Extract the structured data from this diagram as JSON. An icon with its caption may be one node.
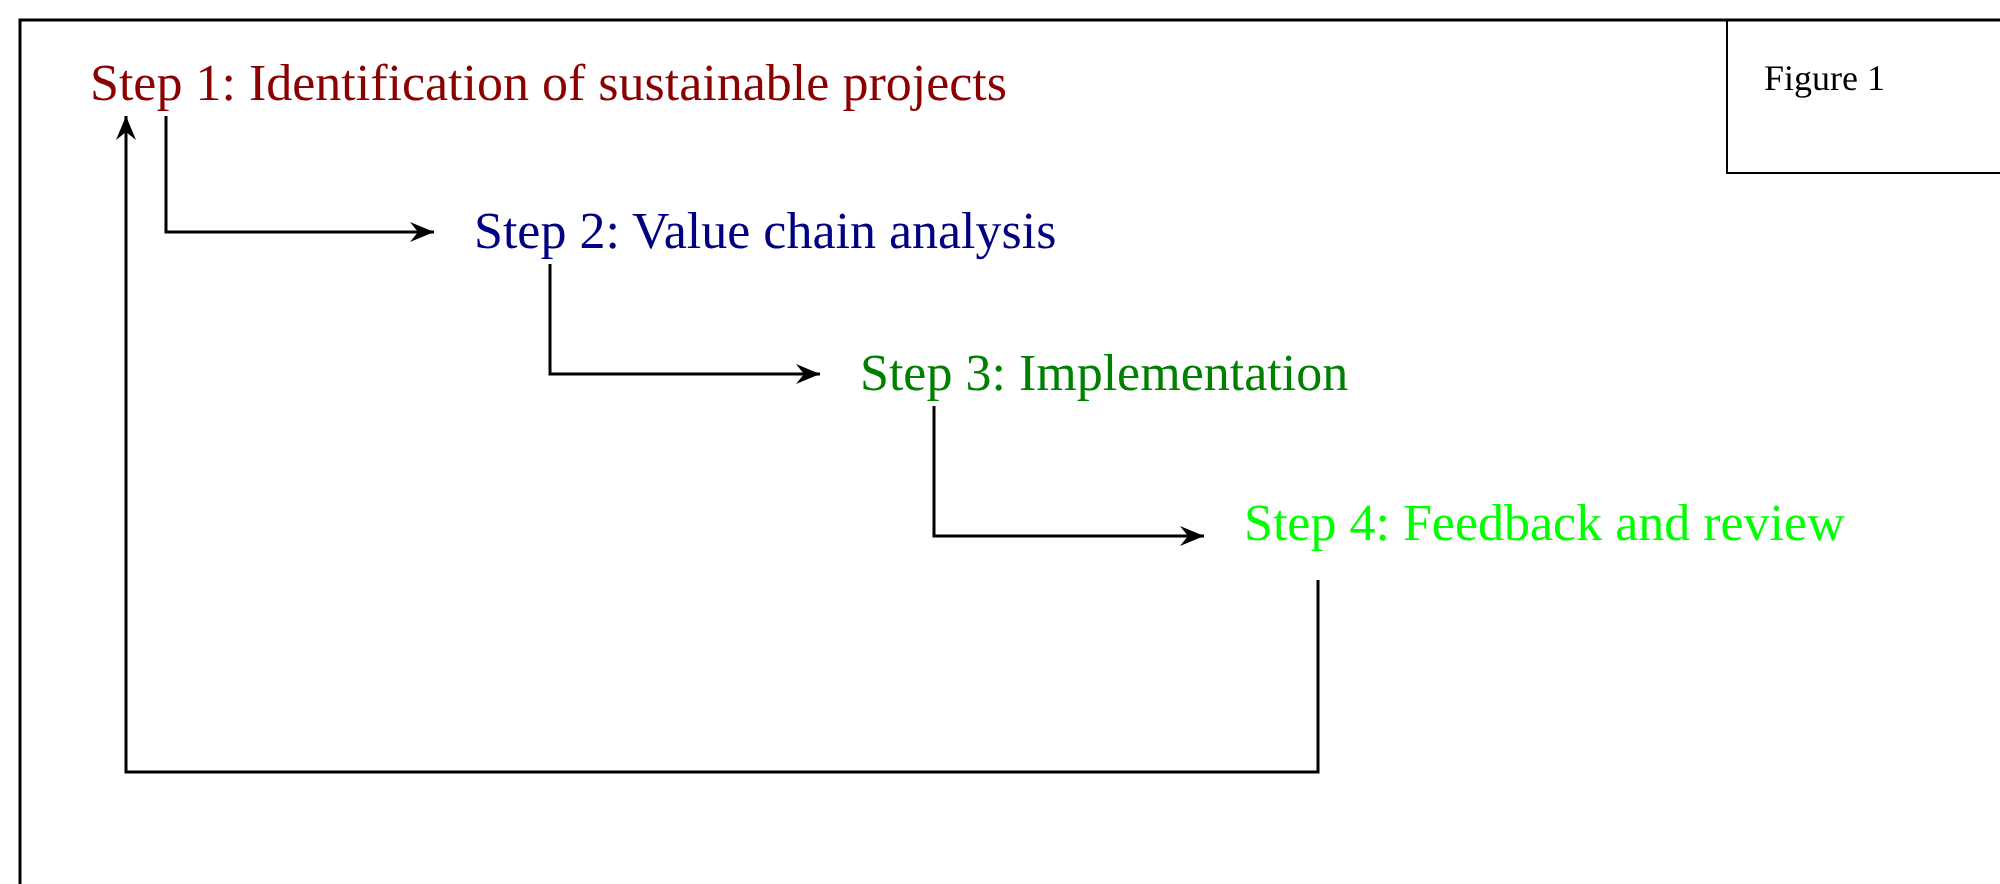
{
  "diagram": {
    "nodes": [
      {
        "text": [
          "Step 1: Identification of sustainable projects"
        ]
      },
      {
        "text": [
          "Step 2: Value chain analysis"
        ]
      },
      {
        "text": [
          "Step 3: Implementation"
        ]
      },
      {
        "text": [
          "Step 4: Feedback and review"
        ]
      },
      {
        "text": [
          "Figure 1"
        ]
      }
    ],
    "edges": [
      {
        "from": 0,
        "to": 1,
        "arrow": "to"
      },
      {
        "from": 1,
        "to": 2,
        "arrow": "to"
      },
      {
        "from": 2,
        "to": 3,
        "arrow": "to"
      },
      {
        "from": 3,
        "to": 0,
        "arrow": "to"
      }
    ]
  }
}
